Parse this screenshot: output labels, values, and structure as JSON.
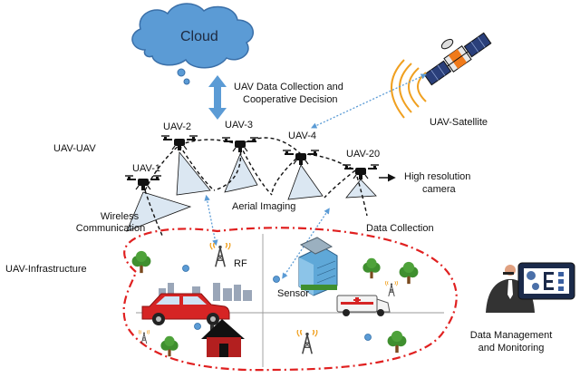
{
  "labels": {
    "cloud": "Cloud",
    "uav_data_collection": "UAV Data Collection and",
    "cooperative_decision": "Cooperative Decision",
    "uav_satellite": "UAV-Satellite",
    "uav_uav": "UAV-UAV",
    "uav1": "UAV-1",
    "uav2": "UAV-2",
    "uav3": "UAV-3",
    "uav4": "UAV-4",
    "uav20": "UAV-20",
    "high_resolution": "High resolution",
    "camera": "camera",
    "wireless": "Wireless",
    "communication": "Communication",
    "aerial_imaging": "Aerial Imaging",
    "data_collection": "Data Collection",
    "uav_infrastructure": "UAV-Infrastructure",
    "rf": "RF",
    "sensor": "Sensor",
    "data_management": "Data Management",
    "and_monitoring": "and Monitoring"
  },
  "colors": {
    "cloud_fill": "#5b9bd5",
    "region_border": "#e02020",
    "beam_fill": "#dbe7f2",
    "link_blue": "#5b9bd5"
  }
}
